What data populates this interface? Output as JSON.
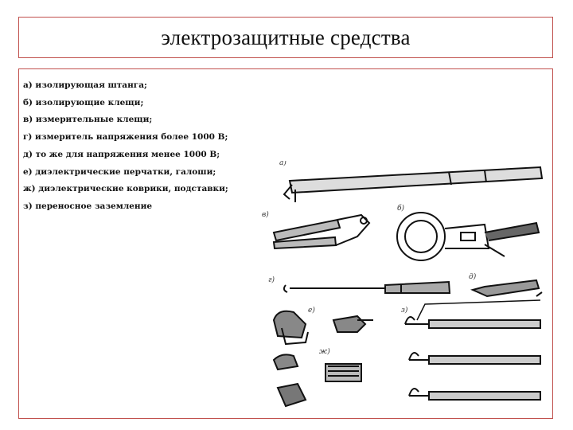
{
  "title": "электрозащитные средства",
  "legend": [
    "а) изолирующая штанга;",
    "б) изолирующие клещи;",
    "в) измерительные клещи;",
    "г) измеритель напряжения более 1000 В;",
    "д) то же для напряжения менее 1000 В;",
    "е) диэлектрические перчатки, галоши;",
    "ж) диэлектрические коврики, подставки;",
    "з) переносное заземление"
  ],
  "figure_labels": {
    "a": "а)",
    "b": "б)",
    "v": "в)",
    "g": "г)",
    "d": "д)",
    "e": "е)",
    "zh": "ж)",
    "z": "з)"
  },
  "colors": {
    "border": "#c0504d",
    "ink": "#111111"
  }
}
